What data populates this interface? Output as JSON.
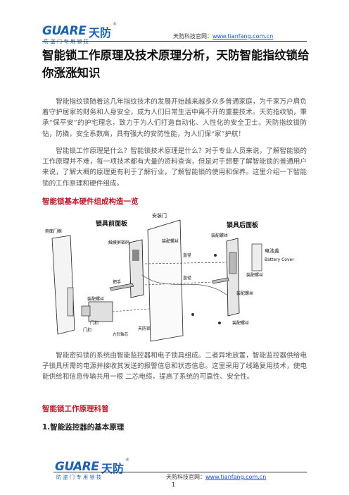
{
  "header": {
    "logo_text": "GUARE",
    "logo_cn": "天防",
    "logo_reg": "®",
    "logo_slogan": "防盗门专用锁技",
    "site_label": "天防科技官网：",
    "site_url": "www.tianfang.com.cn"
  },
  "title": "智能锁工作原理及技术原理分析，天防智能指纹锁给你涨涨知识",
  "paragraphs": [
    "智能指纹锁随着这几年指纹技术的发展开始越来越多众多普通家庭，为千家万户肩负着守护居家的财务和人身安全，成为人们日常生活中离不开的重要技术。天防指纹锁，秉承“保平安”的护宅理念，致力于为人们打造自动化、人性化的安全卫士。天防指纹锁防钻，防撬，安全系数高，具有强大的安防性能，为人们保“家”护航！",
    "智能锁工作原理是什么？智能锁技术原理是什么？对于专业人员来说，了解智能锁的工作原理并不难，每一项技术都有大量的资料查询，但是对于想要了解智能锁的普通用户来说，了解大概的原理更有利于了解行业，了解智能锁的使用和保养。这里介绍一下智能锁的工作原理和硬件组成。",
    "智能密码锁的系统由智能监控器和电子锁具组成。二者异地放置，智能监控器供给电子锁具所需的电源并接收其发送的报警信息和状态信息。这里采用了线路复用技术，使电能供给和信息传输共用一根 二芯电缆，提高了系统的可靠性、安全性。"
  ],
  "headings": {
    "hardware": "智能锁基本硬件组成构造一览",
    "principle": "智能锁工作原理科普",
    "monitor": "1.智能监控器的基本原理"
  },
  "figure": {
    "labels": {
      "door": "安装门",
      "front_panel": "锁具前面板",
      "back_panel": "锁具后面板",
      "side_frame": "侧面门框",
      "touch_screen": "触摸屏密码",
      "handle": "把手",
      "strike": "门扣",
      "strike2": "门扣",
      "screw1": "装配螺丝",
      "screw2": "装配螺丝",
      "screw3": "装配螺丝",
      "screw4": "装配螺丝",
      "screw5": "装配螺丝",
      "screw6": "装配螺丝",
      "spindle1": "直径",
      "spindle2": "直径",
      "cylinder": "方形轴芯",
      "latch": "天防锁",
      "battery": "电池盖",
      "battery_en": "Battery Cover"
    }
  },
  "footer": {
    "logo_text": "GUARE",
    "logo_cn": "天防",
    "logo_reg": "®",
    "logo_slogan": "防盗门专用锁技",
    "site_label": "天防科技官网：",
    "site_url": "www.tianfang.com.cn",
    "page": "1"
  }
}
